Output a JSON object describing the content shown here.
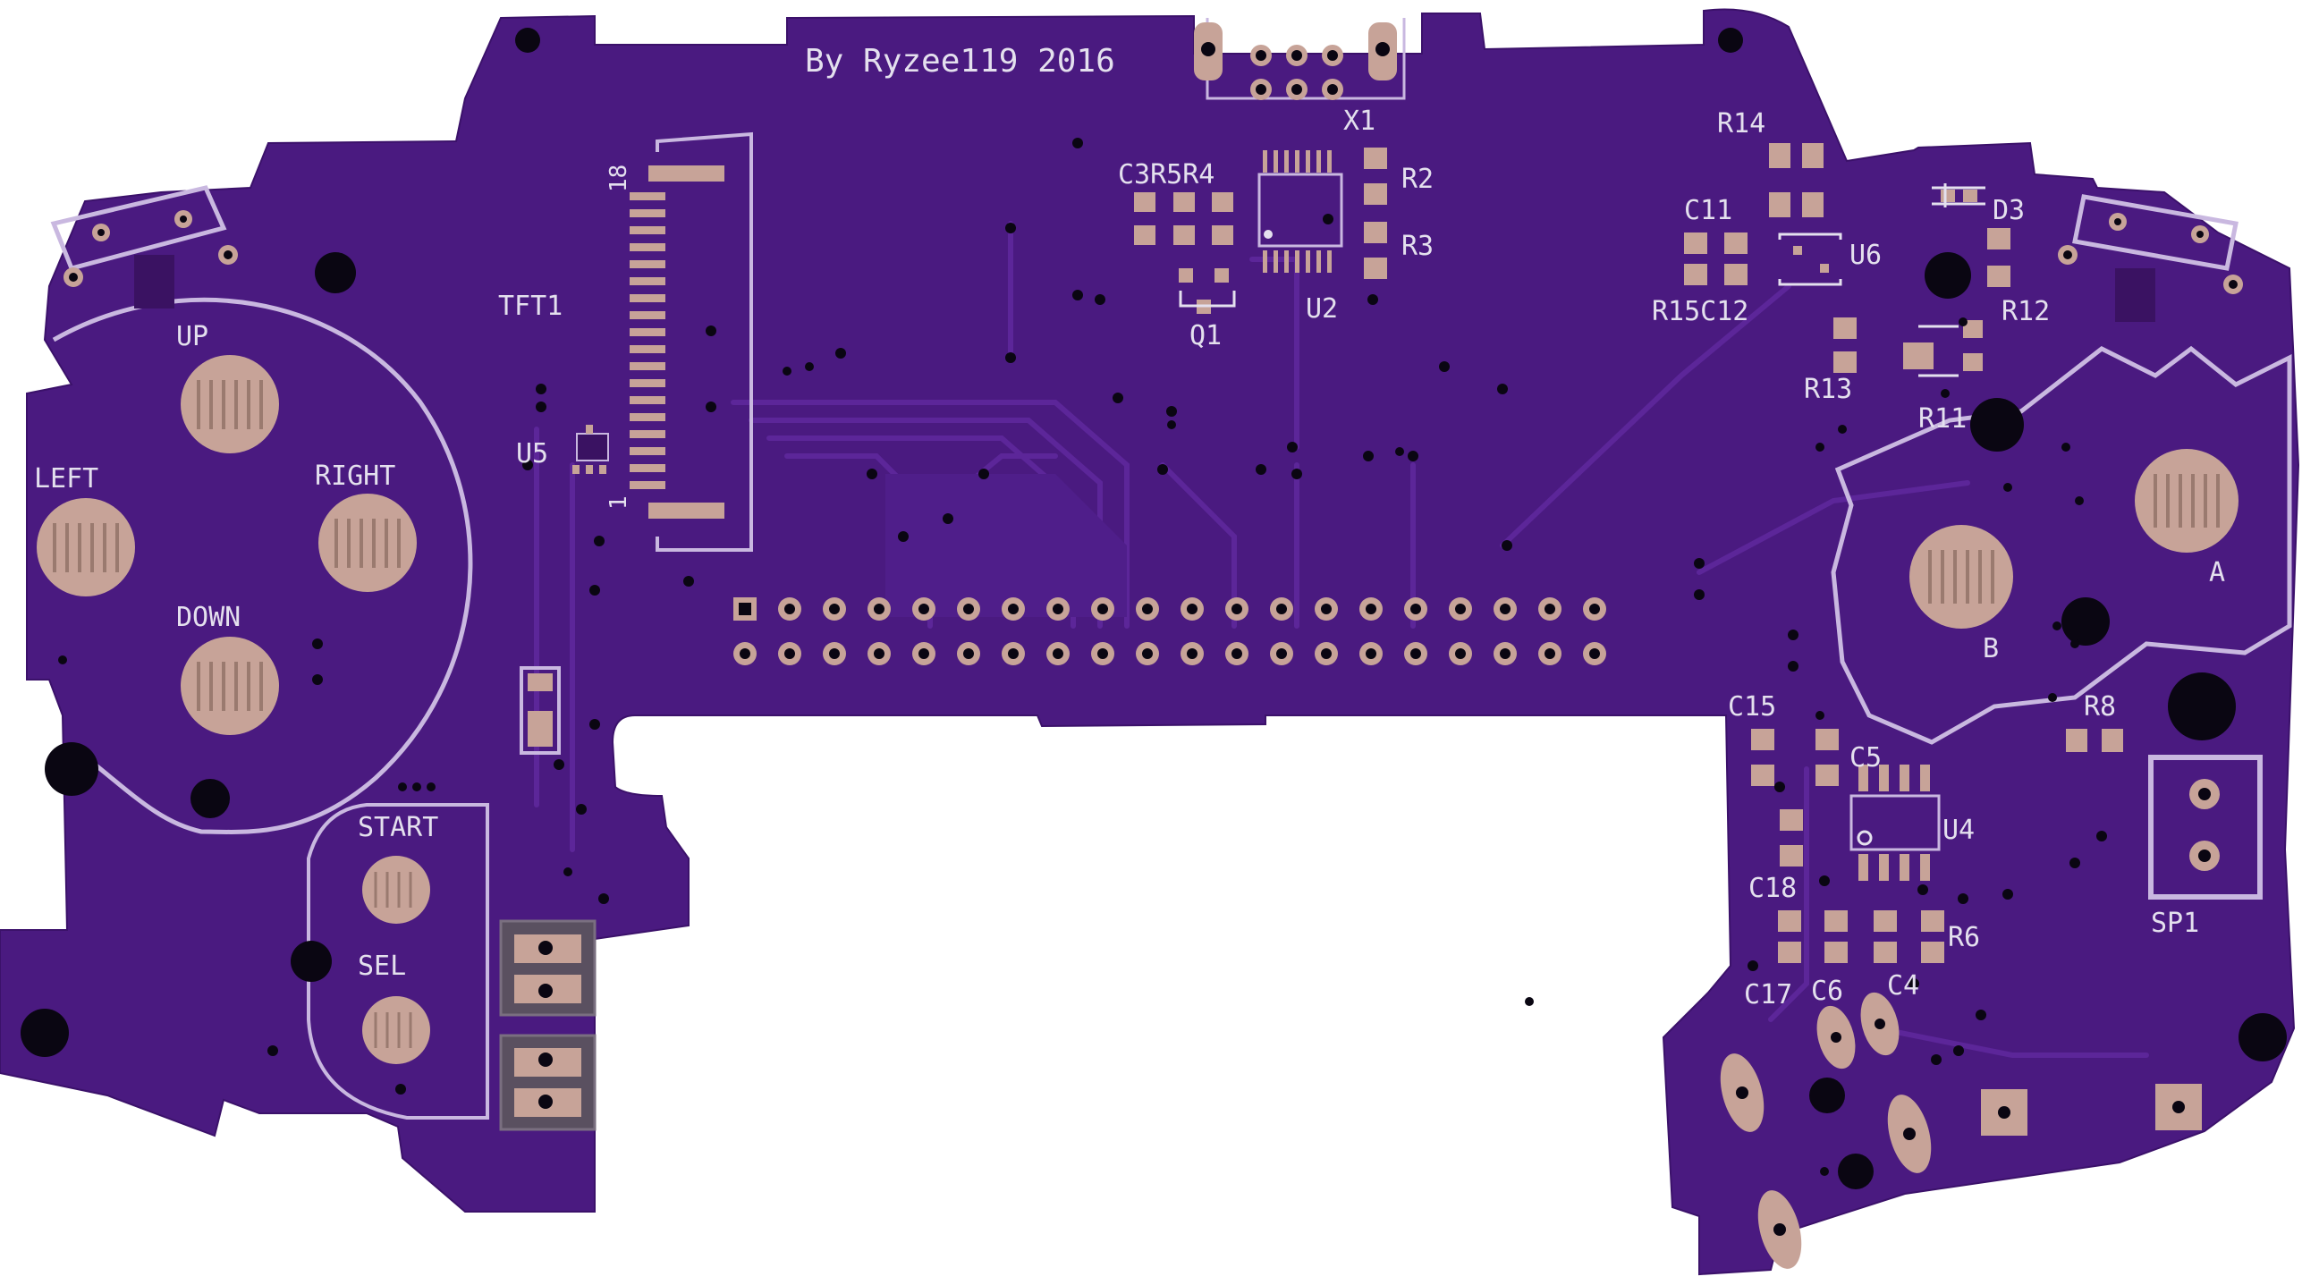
{
  "credit": "By Ryzee119 2016",
  "colors": {
    "soldermask": "#4a1a80",
    "mask_dark": "#3e1470",
    "trace": "#5a2596",
    "copper": "#c7a398",
    "copper_dark": "#a8897e",
    "silkscreen": "#e4e0ee",
    "drill": "#0a0612"
  },
  "buttons": {
    "up": "UP",
    "left": "LEFT",
    "right": "RIGHT",
    "down": "DOWN",
    "start": "START",
    "select": "SEL",
    "a": "A",
    "b": "B"
  },
  "connector": {
    "name": "TFT1",
    "pin_first": "1",
    "pin_last": "18"
  },
  "designators": {
    "u5": "U5",
    "x1": "X1",
    "c3r5r4": "C3R5R4",
    "r2": "R2",
    "r3": "R3",
    "u2": "U2",
    "q1": "Q1",
    "r14": "R14",
    "c11": "C11",
    "u6": "U6",
    "d3": "D3",
    "r15c12": "R15C12",
    "r12": "R12",
    "r13": "R13",
    "r11": "R11",
    "c15": "C15",
    "c5": "C5",
    "u4": "U4",
    "r8": "R8",
    "c18": "C18",
    "r6": "R6",
    "c17": "C17",
    "c6": "C6",
    "c4": "C4",
    "sp1": "SP1"
  }
}
